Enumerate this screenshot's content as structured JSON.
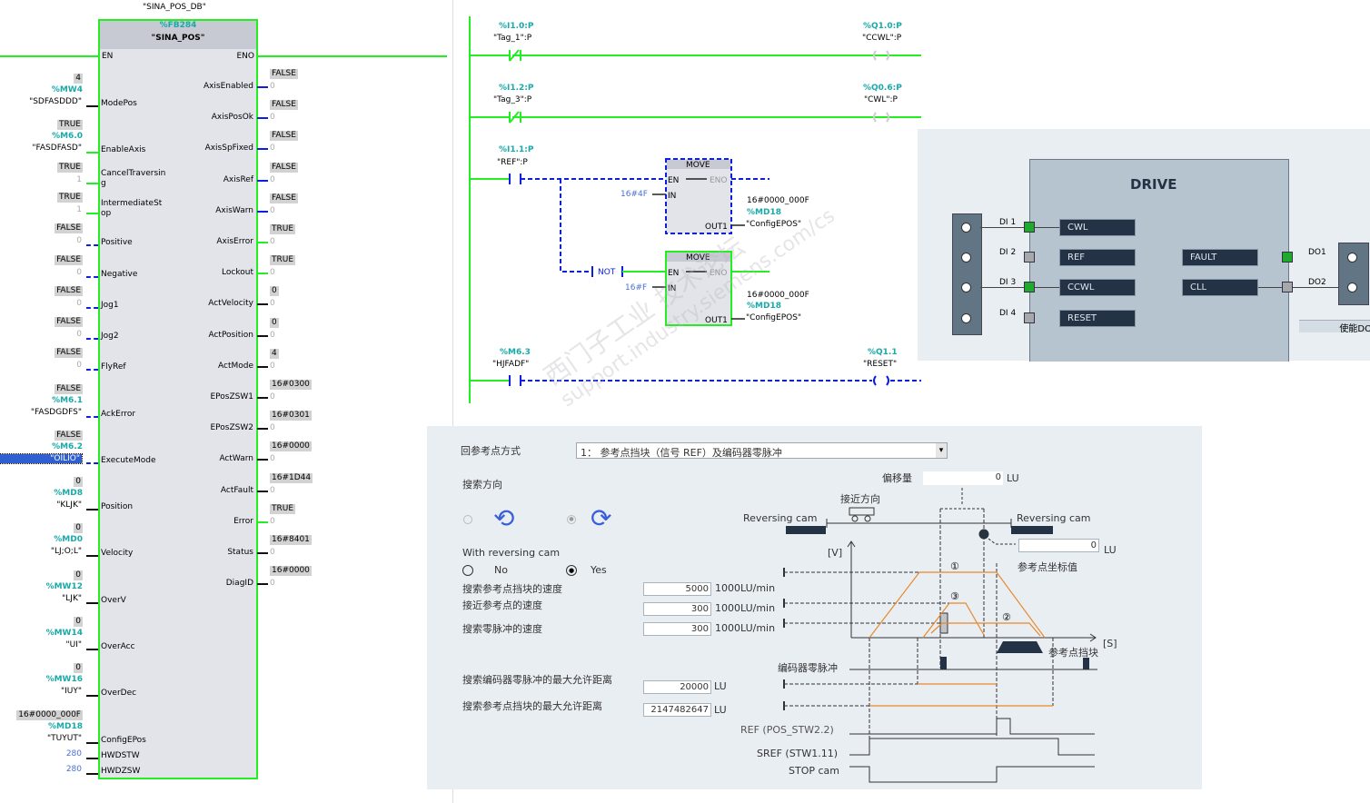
{
  "fb": {
    "instance_db": "\"SINA_POS_DB\"",
    "block_number": "%FB284",
    "block_name": "\"SINA_POS\"",
    "en": "EN",
    "eno": "ENO",
    "inputs": [
      {
        "pin": "ModePos",
        "value": "4",
        "address": "%MW4",
        "tag": "\"SDFASDDD\"",
        "signal": "value"
      },
      {
        "pin": "EnableAxis",
        "value": "TRUE",
        "address": "%M6.0",
        "tag": "\"FASDFASD\"",
        "signal": "true"
      },
      {
        "pin": "CancelTraversin\ng",
        "value": "TRUE",
        "address": "",
        "tag": "1",
        "signal": "true"
      },
      {
        "pin": "IntermediateSt\nop",
        "value": "TRUE",
        "address": "",
        "tag": "1",
        "signal": "true"
      },
      {
        "pin": "Positive",
        "value": "FALSE",
        "address": "",
        "tag": "0",
        "signal": "false"
      },
      {
        "pin": "Negative",
        "value": "FALSE",
        "address": "",
        "tag": "0",
        "signal": "false"
      },
      {
        "pin": "Jog1",
        "value": "FALSE",
        "address": "",
        "tag": "0",
        "signal": "false"
      },
      {
        "pin": "Jog2",
        "value": "FALSE",
        "address": "",
        "tag": "0",
        "signal": "false"
      },
      {
        "pin": "FlyRef",
        "value": "FALSE",
        "address": "",
        "tag": "0",
        "signal": "false"
      },
      {
        "pin": "AckError",
        "value": "FALSE",
        "address": "%M6.1",
        "tag": "\"FASDGDFS\"",
        "signal": "false"
      },
      {
        "pin": "ExecuteMode",
        "value": "FALSE",
        "address": "%M6.2",
        "tag": "\"OILIO\"",
        "signal": "false",
        "selected": true
      },
      {
        "pin": "Position",
        "value": "0",
        "address": "%MD8",
        "tag": "\"KLJK\"",
        "signal": "value"
      },
      {
        "pin": "Velocity",
        "value": "0",
        "address": "%MD0",
        "tag": "\"LJ;O;L\"",
        "signal": "value"
      },
      {
        "pin": "OverV",
        "value": "0",
        "address": "%MW12",
        "tag": "\"LJK\"",
        "signal": "value"
      },
      {
        "pin": "OverAcc",
        "value": "0",
        "address": "%MW14",
        "tag": "\"UI\"",
        "signal": "value"
      },
      {
        "pin": "OverDec",
        "value": "0",
        "address": "%MW16",
        "tag": "\"IUY\"",
        "signal": "value"
      },
      {
        "pin": "ConfigEPos",
        "value": "16#0000_000F",
        "address": "%MD18",
        "tag": "\"TUYUT\"",
        "signal": "value"
      },
      {
        "pin": "HWDSTW",
        "value": "",
        "address": "",
        "tag": "280",
        "signal": "value"
      },
      {
        "pin": "HWDZSW",
        "value": "",
        "address": "",
        "tag": "280",
        "signal": "value"
      }
    ],
    "outputs": [
      {
        "pin": "AxisEnabled",
        "value": "FALSE",
        "tag": "0",
        "signal": "false"
      },
      {
        "pin": "AxisPosOk",
        "value": "FALSE",
        "tag": "0",
        "signal": "false"
      },
      {
        "pin": "AxisSpFixed",
        "value": "FALSE",
        "tag": "0",
        "signal": "false"
      },
      {
        "pin": "AxisRef",
        "value": "FALSE",
        "tag": "0",
        "signal": "false"
      },
      {
        "pin": "AxisWarn",
        "value": "FALSE",
        "tag": "0",
        "signal": "false"
      },
      {
        "pin": "AxisError",
        "value": "TRUE",
        "tag": "0",
        "signal": "true"
      },
      {
        "pin": "Lockout",
        "value": "TRUE",
        "tag": "0",
        "signal": "true"
      },
      {
        "pin": "ActVelocity",
        "value": "0",
        "tag": "0",
        "signal": "value"
      },
      {
        "pin": "ActPosition",
        "value": "0",
        "tag": "0",
        "signal": "value"
      },
      {
        "pin": "ActMode",
        "value": "4",
        "tag": "0",
        "signal": "value"
      },
      {
        "pin": "EPosZSW1",
        "value": "16#0300",
        "tag": "0",
        "signal": "value"
      },
      {
        "pin": "EPosZSW2",
        "value": "16#0301",
        "tag": "0",
        "signal": "value"
      },
      {
        "pin": "ActWarn",
        "value": "16#0000",
        "tag": "0",
        "signal": "value"
      },
      {
        "pin": "ActFault",
        "value": "16#1D44",
        "tag": "0",
        "signal": "value"
      },
      {
        "pin": "Error",
        "value": "TRUE",
        "tag": "0",
        "signal": "true"
      },
      {
        "pin": "Status",
        "value": "16#8401",
        "tag": "0",
        "signal": "value"
      },
      {
        "pin": "DiagID",
        "value": "16#0000",
        "tag": "0",
        "signal": "value"
      }
    ]
  },
  "ladder": {
    "rung1": {
      "contact_addr": "%I1.0:P",
      "contact_tag": "\"Tag_1\":P",
      "coil_addr": "%Q1.0:P",
      "coil_tag": "\"CCWL\":P"
    },
    "rung2": {
      "contact_addr": "%I1.2:P",
      "contact_tag": "\"Tag_3\":P",
      "coil_addr": "%Q0.6:P",
      "coil_tag": "\"CWL\":P"
    },
    "rung3": {
      "contact_addr": "%I1.1:P",
      "contact_tag": "\"REF\":P",
      "move1": {
        "title": "MOVE",
        "en": "EN",
        "eno": "ENO",
        "in": "IN",
        "out": "OUT1",
        "in_value": "16#4F",
        "out_value": "16#0000_000F",
        "out_addr": "%MD18",
        "out_tag": "\"ConfigEPOS\""
      },
      "not_label": "NOT",
      "move2": {
        "title": "MOVE",
        "en": "EN",
        "eno": "ENO",
        "in": "IN",
        "out": "OUT1",
        "in_value": "16#F",
        "out_value": "16#0000_000F",
        "out_addr": "%MD18",
        "out_tag": "\"ConfigEPOS\""
      }
    },
    "rung4": {
      "contact_addr": "%M6.3",
      "contact_tag": "\"HJFADF\"",
      "coil_addr": "%Q1.1",
      "coil_tag": "\"RESET\""
    }
  },
  "drive": {
    "title": "DRIVE",
    "inputs": [
      {
        "label": "DI 1",
        "func": "CWL",
        "active": true
      },
      {
        "label": "DI 2",
        "func": "REF",
        "active": false
      },
      {
        "label": "DI 3",
        "func": "CCWL",
        "active": true
      },
      {
        "label": "DI 4",
        "func": "RESET",
        "active": false
      }
    ],
    "outputs": [
      {
        "label": "DO1",
        "func": "FAULT",
        "active": true
      },
      {
        "label": "DO2",
        "func": "CLL",
        "active": false
      }
    ],
    "enable_button": "使能DO"
  },
  "homing": {
    "mode_label": "回参考点方式",
    "mode_value": "1： 参考点挡块（信号 REF）及编码器零脉冲",
    "direction_label": "搜索方向",
    "direction_selected": "positive",
    "reversing_cam_label": "With reversing cam",
    "no_label": "No",
    "yes_label": "Yes",
    "reversing_cam_selected": "Yes",
    "speeds": [
      {
        "label": "搜索参考点挡块的速度",
        "value": "5000",
        "unit": "1000LU/min"
      },
      {
        "label": "接近参考点的速度",
        "value": "300",
        "unit": "1000LU/min"
      },
      {
        "label": "搜索零脉冲的速度",
        "value": "300",
        "unit": "1000LU/min"
      }
    ],
    "max_zero_pulse_label": "搜索编码器零脉冲的最大允许距离",
    "max_zero_pulse_value": "20000",
    "max_zero_pulse_unit": "LU",
    "max_cam_label": "搜索参考点挡块的最大允许距离",
    "max_cam_value": "2147482647",
    "max_cam_unit": "LU",
    "offset_label": "偏移量",
    "offset_value": "0",
    "offset_unit": "LU",
    "ref_coord_label": "参考点坐标值",
    "ref_coord_value": "0",
    "ref_coord_unit": "LU",
    "approach_dir_label": "接近方向",
    "reversing_cam_left": "Reversing cam",
    "reversing_cam_right": "Reversing cam",
    "v_axis": "[V]",
    "s_axis": "[S]",
    "ref_cam_label": "参考点挡块",
    "zero_pulse_label": "编码器零脉冲",
    "ref_signal": "REF (POS_STW2.2)",
    "sref_signal": "SREF (STW1.11)",
    "stop_cam": "STOP cam",
    "step1": "①",
    "step2": "②",
    "step3": "③"
  },
  "watermark": {
    "line1": "西门子工业 技术论坛",
    "line2": "support.industry.siemens.com/cs"
  },
  "colors": {
    "power_flow": "#22ee22",
    "no_flow": "#0a1ee6",
    "address": "#1aa9a9",
    "orange": "#e8892a",
    "drive_dark": "#243246"
  }
}
